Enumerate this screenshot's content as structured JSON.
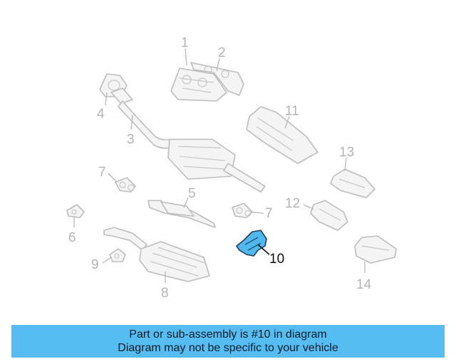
{
  "diagram": {
    "labels": {
      "l1": "1",
      "l2": "2",
      "l3": "3",
      "l4": "4",
      "l5": "5",
      "l6": "6",
      "l7a": "7",
      "l7b": "7",
      "l8": "8",
      "l9": "9",
      "l10": "10",
      "l11": "11",
      "l12": "12",
      "l13": "13",
      "l14": "14"
    },
    "highlighted_part": "10",
    "colors": {
      "highlight": "#4fb8ec",
      "banner": "#55bdf2",
      "line_art": "#bdbdbd"
    }
  },
  "banner": {
    "line1": "Part or sub-assembly is #10 in diagram",
    "line2": "Diagram may not be specific to your vehicle"
  }
}
